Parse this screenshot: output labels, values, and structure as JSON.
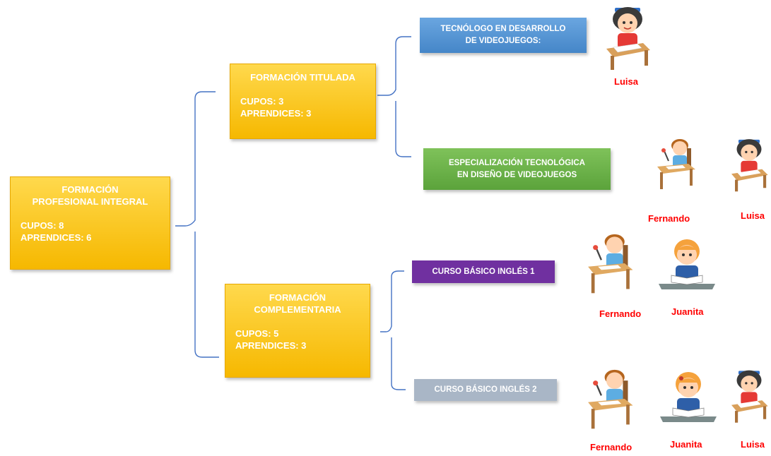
{
  "root": {
    "title_line1": "FORMACIÓN",
    "title_line2": "PROFESIONAL INTEGRAL",
    "cupos": "CUPOS: 8",
    "aprendices": "APRENDICES: 6"
  },
  "titulada": {
    "title": "FORMACIÓN TITULADA",
    "cupos": "CUPOS: 3",
    "aprendices": "APRENDICES: 3"
  },
  "complementaria": {
    "title_line1": "FORMACIÓN",
    "title_line2": "COMPLEMENTARIA",
    "cupos": "CUPOS: 5",
    "aprendices": "APRENDICES: 3"
  },
  "programs": {
    "tecnologo": {
      "line1": "TECNÓLOGO EN DESARROLLO",
      "line2": "DE VIDEOJUEGOS:"
    },
    "especializacion": {
      "line1": "ESPECIALIZACIÓN TECNOLÓGICA",
      "line2": "EN DISEÑO DE VIDEOJUEGOS"
    },
    "ingles1": {
      "label": "CURSO BÁSICO INGLÉS 1"
    },
    "ingles2": {
      "label": "CURSO BÁSICO INGLÉS 2"
    }
  },
  "students": {
    "tecnologo": [
      "Luisa"
    ],
    "especializacion": [
      "Fernando",
      "Luisa"
    ],
    "ingles1": [
      "Fernando",
      "Juanita"
    ],
    "ingles2": [
      "Fernando",
      "Juanita",
      "Luisa"
    ]
  },
  "colors": {
    "gold": "#f6b800",
    "blue": "#4f8fd0",
    "green": "#6ab04c",
    "purple": "#7030a0",
    "gray": "#a9b6c6",
    "connector": "#4472c4",
    "name": "#ff0000"
  },
  "icons": {
    "luisa": "girl-writing-at-desk-icon",
    "fernando": "boy-writing-at-desk-icon",
    "juanita": "girl-reading-book-icon"
  }
}
